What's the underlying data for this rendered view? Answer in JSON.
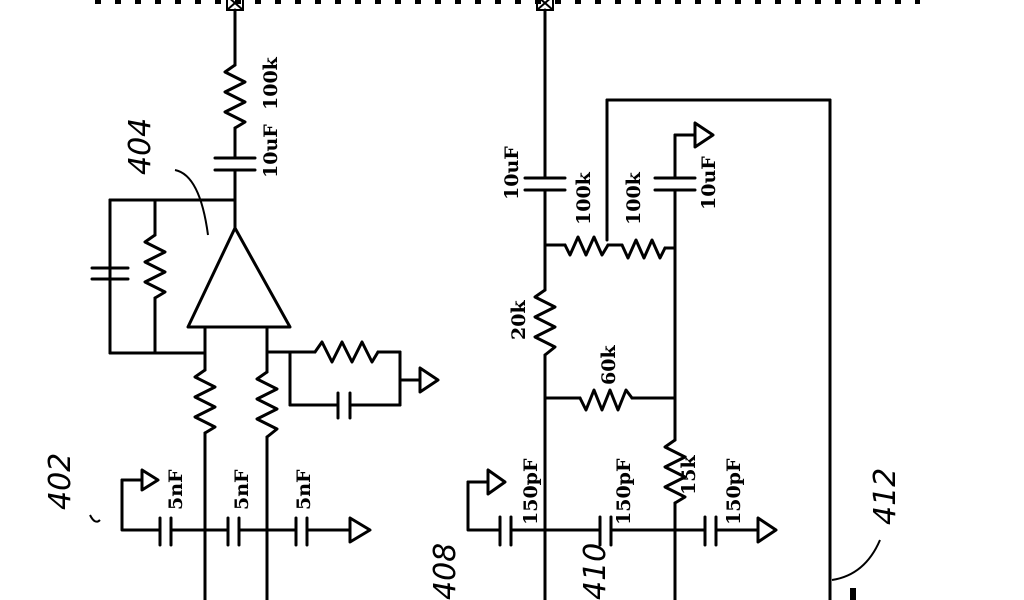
{
  "labels": {
    "r_input_left": "100k",
    "c_input_left": "10uF",
    "c_input_right": "10uF",
    "r_top_a": "100k",
    "r_top_b": "100k",
    "c_top_right": "10uF",
    "r_20k": "20k",
    "r_60k": "60k",
    "r_15k": "15k",
    "c_5nF_a": "5nF",
    "c_5nF_b": "5nF",
    "c_5nF_c": "5nF",
    "c_150pF_a": "150pF",
    "c_150pF_b": "150pF",
    "c_150pF_c": "150pF"
  },
  "annotations": {
    "ref_404": "404",
    "ref_402": "402",
    "ref_408": "408",
    "ref_410": "410",
    "ref_412": "412"
  }
}
